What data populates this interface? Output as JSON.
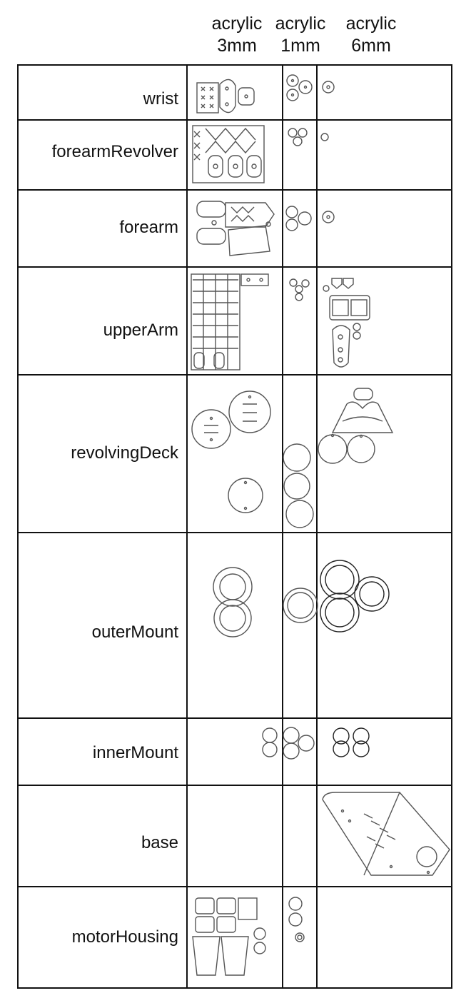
{
  "columns": [
    {
      "line1": "acrylic",
      "line2": "3mm"
    },
    {
      "line1": "acrylic",
      "line2": "1mm"
    },
    {
      "line1": "acrylic",
      "line2": "6mm"
    }
  ],
  "rows": [
    {
      "label": "wrist"
    },
    {
      "label": "forearmRevolver"
    },
    {
      "label": "forearm"
    },
    {
      "label": "upperArm"
    },
    {
      "label": "revolvingDeck"
    },
    {
      "label": "outerMount"
    },
    {
      "label": "innerMount"
    },
    {
      "label": "base"
    },
    {
      "label": "motorHousing"
    }
  ],
  "colors": {
    "line": "#111111",
    "part": "#555555"
  }
}
